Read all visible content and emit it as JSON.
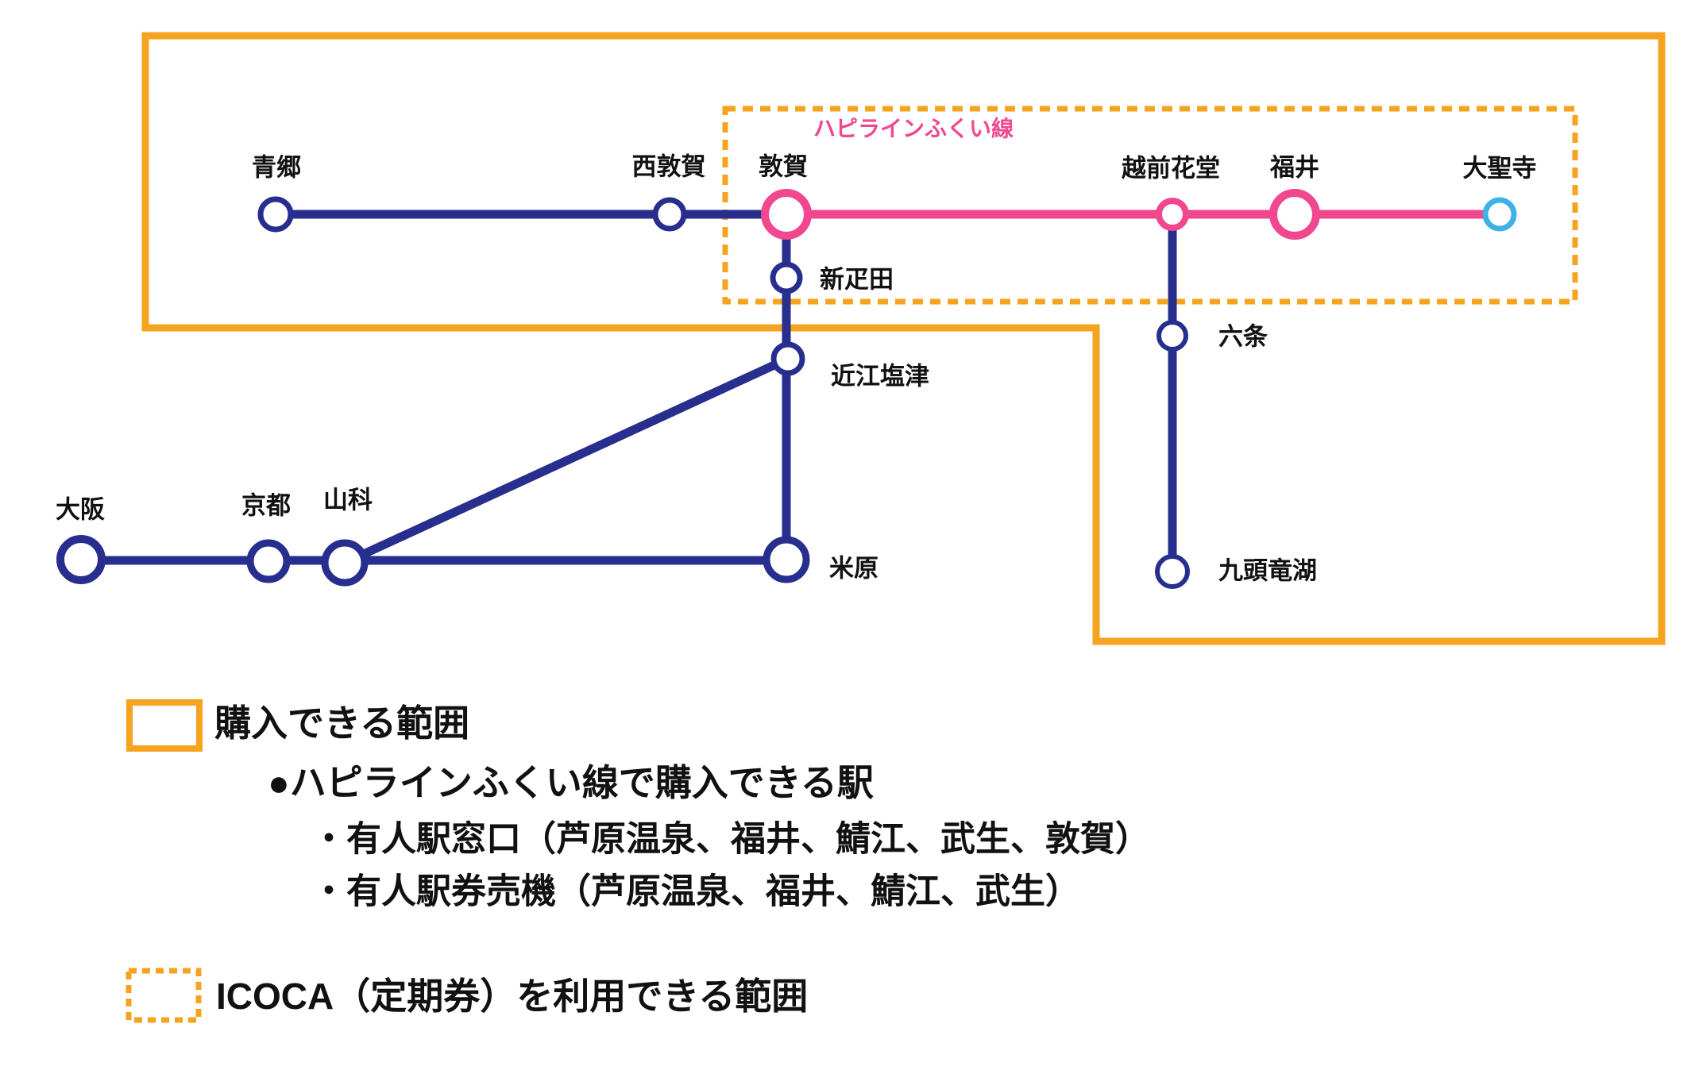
{
  "map": {
    "line_label": "ハピラインふくい線",
    "stations": {
      "aonogo": "青郷",
      "nishi_tsuruga": "西敦賀",
      "tsuruga": "敦賀",
      "shin_hikida": "新疋田",
      "omi_shiotsu": "近江塩津",
      "maibara": "米原",
      "osaka": "大阪",
      "kyoto": "京都",
      "yamashina": "山科",
      "echizen_hanando": "越前花堂",
      "fukui": "福井",
      "daishoji": "大聖寺",
      "rokujo": "六条",
      "kuzuryuko": "九頭竜湖"
    },
    "colors": {
      "navy": "#272E8D",
      "pink": "#F0478F",
      "orange": "#F6A31F",
      "cyan": "#3FB2E5"
    }
  },
  "legend": {
    "purchase_range": "購入できる範囲",
    "purchase_stations_heading": "●ハピラインふくい線で購入できる駅",
    "manned_window": "・有人駅窓口（芦原温泉、福井、鯖江、武生、敦賀）",
    "manned_machine": "・有人駅券売機（芦原温泉、福井、鯖江、武生）",
    "icoca_range": "ICOCA（定期券）を利用できる範囲"
  }
}
